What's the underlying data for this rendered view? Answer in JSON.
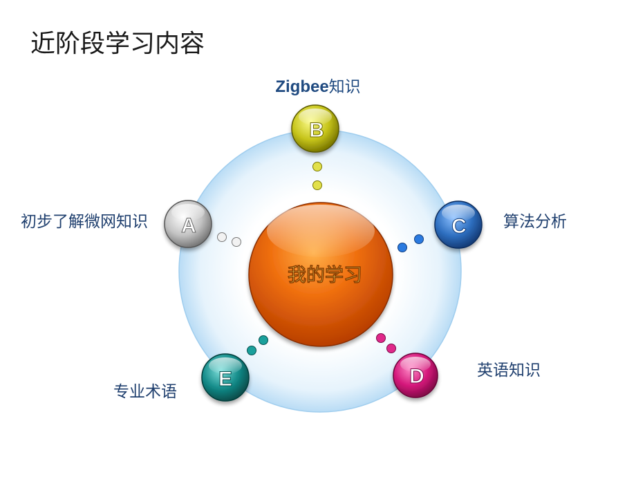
{
  "slide": {
    "title": "近阶段学习内容"
  },
  "center": {
    "label": "我的学习",
    "color": "#e65c00",
    "text_color": "#f5e96a"
  },
  "nodes": [
    {
      "id": "A",
      "letter": "A",
      "label": "初步了解微网知识",
      "color": "#b8b8b8"
    },
    {
      "id": "B",
      "letter": "B",
      "label_strong": "Zigbee",
      "label_rest": "知识",
      "color": "#c8c81e"
    },
    {
      "id": "C",
      "letter": "C",
      "label": "算法分析",
      "color": "#2e6fc0"
    },
    {
      "id": "D",
      "letter": "D",
      "label": "英语知识",
      "color": "#d4177a"
    },
    {
      "id": "E",
      "letter": "E",
      "label": "专业术语",
      "color": "#138a88"
    }
  ]
}
